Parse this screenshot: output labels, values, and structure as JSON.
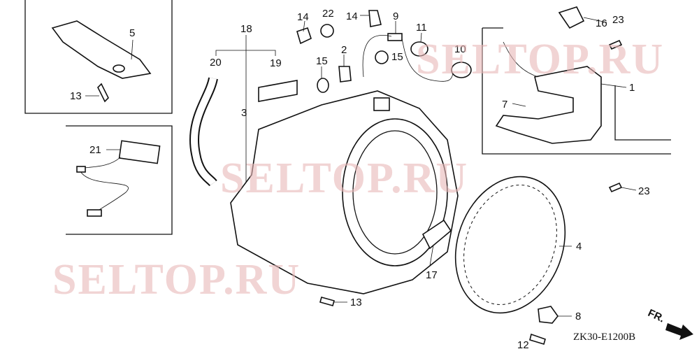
{
  "diagram_code": "ZK30-E1200B",
  "direction_label": "FR.",
  "watermark": "SELTOP.RU",
  "callouts": {
    "p5": "5",
    "p13a": "13",
    "p21": "21",
    "p20": "20",
    "p18": "18",
    "p19": "19",
    "p3": "3",
    "p14a": "14",
    "p22": "22",
    "p14b": "14",
    "p9": "9",
    "p11": "11",
    "p10": "10",
    "p15a": "15",
    "p2": "2",
    "p15b": "15",
    "p16": "16",
    "p23a": "23",
    "p1": "1",
    "p7": "7",
    "p23b": "23",
    "p4": "4",
    "p17": "17",
    "p13b": "13",
    "p8": "8",
    "p12": "12"
  },
  "colors": {
    "line": "#111111",
    "watermark": "#e8b8b8"
  }
}
